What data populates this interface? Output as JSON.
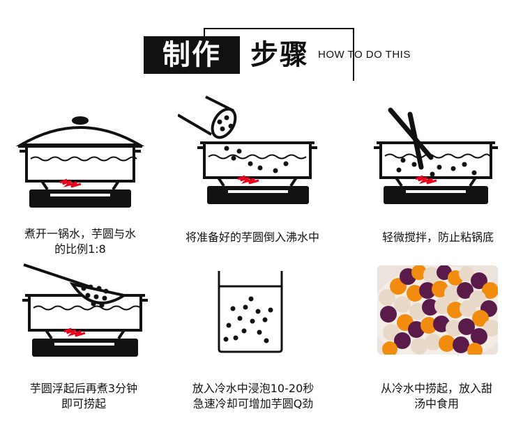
{
  "header": {
    "title_part1": "制作",
    "title_part2": "步骤",
    "title_en": "HOW TO DO THIS"
  },
  "steps": [
    {
      "caption_line1": "煮开一锅水，芋圆与水",
      "caption_line2": "的比例1:8",
      "icon": "pot-boiling-water-icon"
    },
    {
      "caption_line1": "将准备好的芋圆倒入沸水中",
      "caption_line2": "",
      "icon": "pour-taro-balls-icon"
    },
    {
      "caption_line1": "轻微搅拌，防止粘锅底",
      "caption_line2": "",
      "icon": "stir-with-chopsticks-icon"
    },
    {
      "caption_line1": "芋圆浮起后再煮3分钟",
      "caption_line2": "即可捞起",
      "icon": "ladle-scooping-icon"
    },
    {
      "caption_line1": "放入冷水中浸泡10-20秒",
      "caption_line2": "急速冷却可增加芋圆Q劲",
      "icon": "cold-water-glass-icon"
    },
    {
      "caption_line1": "从冷水中捞起，放入甜",
      "caption_line2": "汤中食用",
      "icon": "taro-balls-dessert-photo"
    }
  ],
  "colors": {
    "accent": "#e8001c",
    "ink": "#111111",
    "purple": "#5a1a4a",
    "orange": "#f28c0f",
    "cream": "#e8d8c8"
  }
}
